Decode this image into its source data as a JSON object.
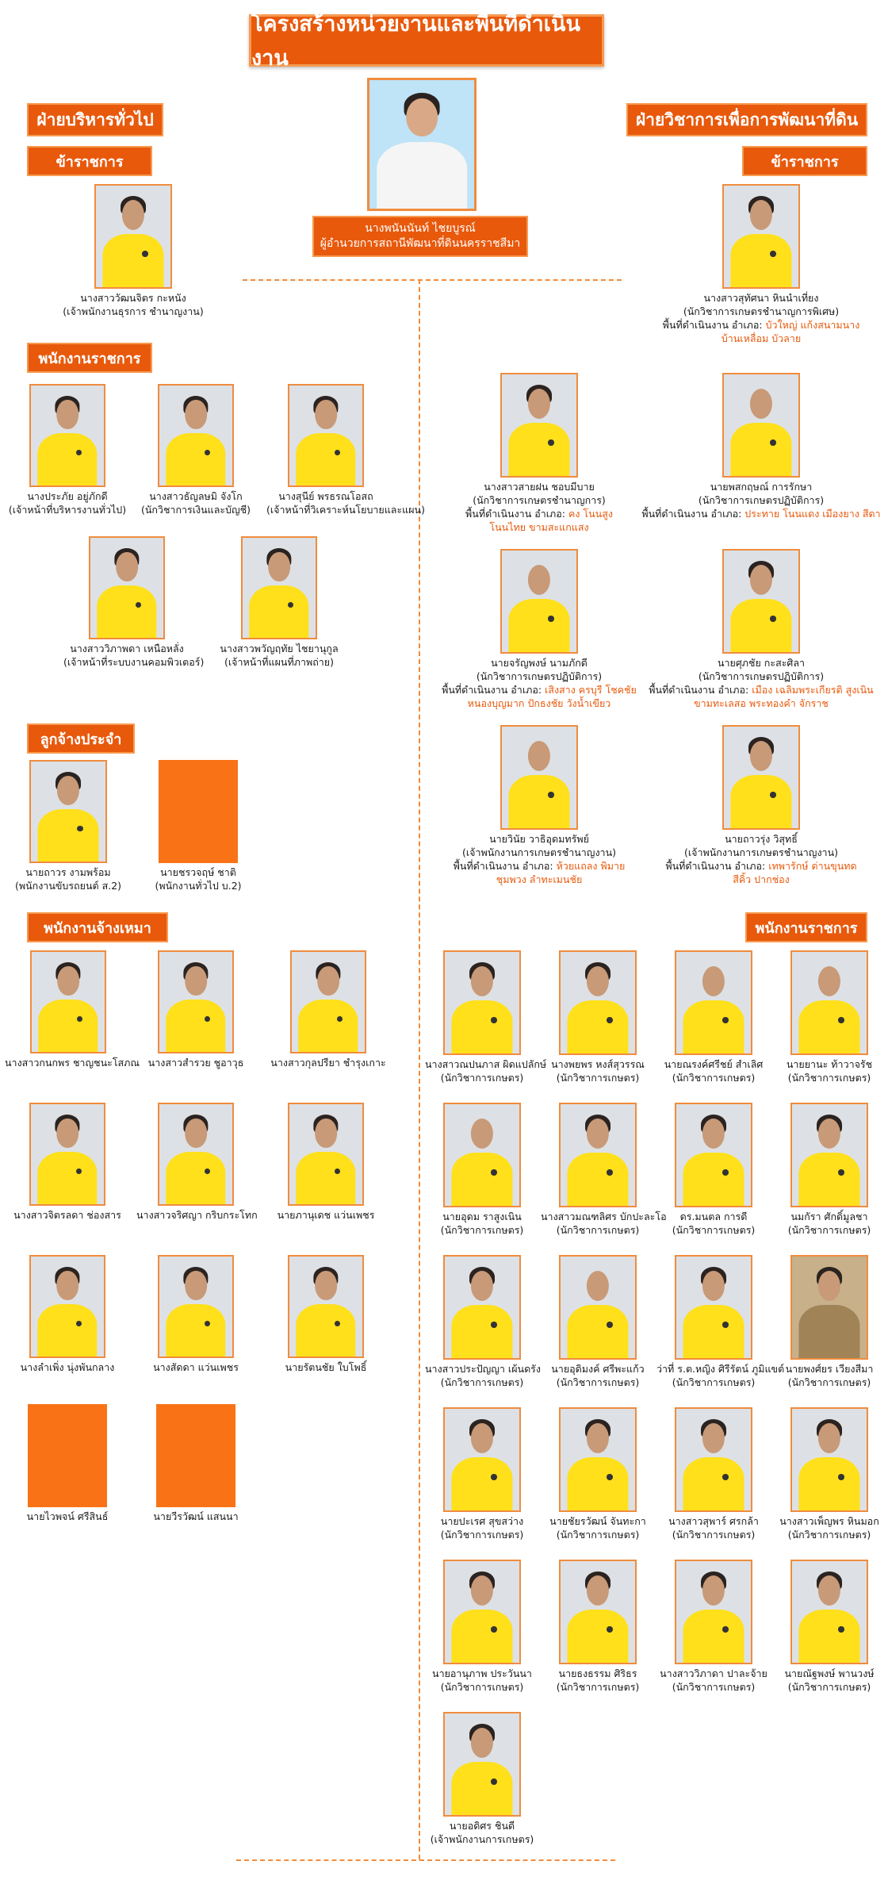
{
  "title": "โครงสร้างหน่วยงานและพื้นที่ดำเนินงาน",
  "chief": {
    "name": "นางพนันนันท์ ไชยบูรณ์",
    "position": "ผู้อำนวยการสถานีพัฒนาที่ดินนครราชสีมา"
  },
  "left": {
    "heading": "ฝ่ายบริหารทั่วไป",
    "civil_servant": {
      "label": "ข้าราชการ",
      "people": [
        {
          "name": "นางสาววัฒนจิตร กะหนัง",
          "pos": "(เจ้าพนักงานธุรการ ชำนาญงาน)"
        }
      ]
    },
    "gov_employee": {
      "label": "พนักงานราชการ",
      "people": [
        {
          "name": "นางประภัย อยู่ภักดี",
          "pos": "(เจ้าหน้าที่บริหารงานทั่วไป)"
        },
        {
          "name": "นางสาวธัญลษมิ จังโก",
          "pos": "(นักวิชาการเงินและบัญชี)"
        },
        {
          "name": "นางสุนีย์ พรธรณโอสถ",
          "pos": "(เจ้าหน้าที่วิเคราะห์นโยบายและแผน)"
        },
        {
          "name": "นางสาววิภาพดา เหนือหลั่ง",
          "pos": "(เจ้าหน้าที่ระบบงานคอมพิวเตอร์)"
        },
        {
          "name": "นางสาวพวัญฤทัย ไชยานุกูล",
          "pos": "(เจ้าหน้าที่แผนที่ภาพถ่าย)"
        }
      ]
    },
    "permanent_worker": {
      "label": "ลูกจ้างประจำ",
      "people": [
        {
          "name": "นายถาวร งามพร้อม",
          "pos": "(พนักงานขับรถยนต์ ส.2)"
        },
        {
          "name": "นายชรวจฤษ์ ชาติ",
          "pos": "(พนักงานทั่วไป บ.2)"
        }
      ]
    },
    "contract_worker": {
      "label": "พนักงานจ้างเหมา",
      "people": [
        {
          "name": "นางสาวกนกพร ชาญชนะโสภณ"
        },
        {
          "name": "นางสาวสำรวย ชูอาวุธ"
        },
        {
          "name": "นางสาวกุลปรียา ชำรุงเกาะ"
        },
        {
          "name": "นางสาวจิตรลดา ช่องสาร"
        },
        {
          "name": "นางสาวจริศญา กริบกระโทก"
        },
        {
          "name": "นายภานุเดช แว่นเพชร"
        },
        {
          "name": "นางลำเพิ่ง นุ่งพันกลาง"
        },
        {
          "name": "นางสัดดา แว่นเพชร"
        },
        {
          "name": "นายรัตนชัย ใบโพธิ์"
        },
        {
          "name": "นายไวพจน์ ศรีสินธ์"
        },
        {
          "name": "นายวีรวัฒน์ แสนนา"
        }
      ]
    }
  },
  "right": {
    "heading": "ฝ่ายวิชาการเพื่อการพัฒนาที่ดิน",
    "civil_servant": {
      "label": "ข้าราชการ",
      "head": {
        "name": "นางสาวสุทัศนา หินนำเที่ยง",
        "pos": "(นักวิชาการเกษตรชำนาญการพิเศษ)",
        "area_label": "พื้นที่ดำเนินงาน อำเภอ:",
        "area": "บัวใหญ่ แก้งสนามนาง",
        "area2": "บ้านเหลื่อม บัวลาย"
      },
      "people": [
        {
          "name": "นางสาวสายฝน ชอบมีบาย",
          "pos": "(นักวิชาการเกษตรชำนาญการ)",
          "area_label": "พื้นที่ดำเนินงาน อำเภอ:",
          "area": "คง โนนสูง",
          "area2": "โนนไทย ขามสะแกแสง"
        },
        {
          "name": "นายพสกฤษณ์ การรักษา",
          "pos": "(นักวิชาการเกษตรปฏิบัติการ)",
          "area_label": "พื้นที่ดำเนินงาน อำเภอ:",
          "area": "ประทาย โนนแดง เมืองยาง สีดา",
          "area2": ""
        },
        {
          "name": "นายจรัญพงษ์ นามภักดี",
          "pos": "(นักวิชาการเกษตรปฏิบัติการ)",
          "area_label": "พื้นที่ดำเนินงาน อำเภอ:",
          "area": "เสิงสาง ครบุรี โชคชัย",
          "area2": "หนองบุญมาก ปักธงชัย วังน้ำเขียว"
        },
        {
          "name": "นายศุภชัย กะสะศิลา",
          "pos": "(นักวิชาการเกษตรปฏิบัติการ)",
          "area_label": "พื้นที่ดำเนินงาน อำเภอ:",
          "area": "เมือง เฉลิมพระเกียรติ สูงเนิน",
          "area2": "ขามทะเลสอ พระทองคำ จักราช"
        },
        {
          "name": "นายวินัย วาธิอุดมทรัพย์",
          "pos": "(เจ้าพนักงานการเกษตรชำนาญงาน)",
          "area_label": "พื้นที่ดำเนินงาน อำเภอ:",
          "area": "ห้วยแถลง พิมาย",
          "area2": "ชุมพวง ลำทะเมนชัย"
        },
        {
          "name": "นายถาวรุ่ง วิสุทธิ์",
          "pos": "(เจ้าพนักงานการเกษตรชำนาญงาน)",
          "area_label": "พื้นที่ดำเนินงาน อำเภอ:",
          "area": "เทพารักษ์ ด่านขุนทด",
          "area2": "สีคิ้ว ปากช่อง"
        }
      ]
    },
    "gov_employee": {
      "label": "พนักงานราชการ",
      "people": [
        {
          "name": "นางสาวณปนภาส ผิดแปลักษ์",
          "pos": "(นักวิชาการเกษตร)"
        },
        {
          "name": "นางพยพร หงส์สุวรรณ",
          "pos": "(นักวิชาการเกษตร)"
        },
        {
          "name": "นายณรงค์ศรีชย์ สำเลิศ",
          "pos": "(นักวิชาการเกษตร)"
        },
        {
          "name": "นายยานะ ท้าวาจรัช",
          "pos": "(นักวิชาการเกษตร)"
        },
        {
          "name": "นายอุดม ราสูงเนิน",
          "pos": "(นักวิชาการเกษตร)"
        },
        {
          "name": "นางสาวมณฑลิศร บักปะละโอ",
          "pos": "(นักวิชาการเกษตร)"
        },
        {
          "name": "ดร.มนตล การดี",
          "pos": "(นักวิชาการเกษตร)"
        },
        {
          "name": "นมกัรา ศักดิ์มูลชา",
          "pos": "(นักวิชาการเกษตร)"
        },
        {
          "name": "นางสาวประปัญญา เผ้นดรัง",
          "pos": "(นักวิชาการเกษตร)"
        },
        {
          "name": "นายอุดิมงค์ ศรีพะแก้ว",
          "pos": "(นักวิชาการเกษตร)"
        },
        {
          "name": "ว่าที่ ร.ต.หญิง ศิรีรัตน์ ภูมิแขต์",
          "pos": "(นักวิชาการเกษตร)"
        },
        {
          "name": "นายพงศ์ยร เวียงสีมา",
          "pos": "(นักวิชาการเกษตร)"
        },
        {
          "name": "นายปะเรศ สุขสว่าง",
          "pos": "(นักวิชาการเกษตร)"
        },
        {
          "name": "นายชัยรวัฒน์ จันทะกา",
          "pos": "(นักวิชาการเกษตร)"
        },
        {
          "name": "นางสาวสุพาร์ ศรกล้า",
          "pos": "(นักวิชาการเกษตร)"
        },
        {
          "name": "นางสาวเพ็ญพร หินมอก",
          "pos": "(นักวิชาการเกษตร)"
        },
        {
          "name": "นายอานุภาพ ประวันนา",
          "pos": "(นักวิชาการเกษตร)"
        },
        {
          "name": "นายธงธรรม ศิริธร",
          "pos": "(นักวิชาการเกษตร)"
        },
        {
          "name": "นางสาววิภาดา ปาละจ้าย",
          "pos": "(นักวิชาการเกษตร)"
        },
        {
          "name": "นายณัฐพงษ์ พานวงษ์",
          "pos": "(นักวิชาการเกษตร)"
        },
        {
          "name": "นายอดิศร ชินดี",
          "pos": "(เจ้าพนักงานการเกษตร)"
        }
      ]
    }
  }
}
